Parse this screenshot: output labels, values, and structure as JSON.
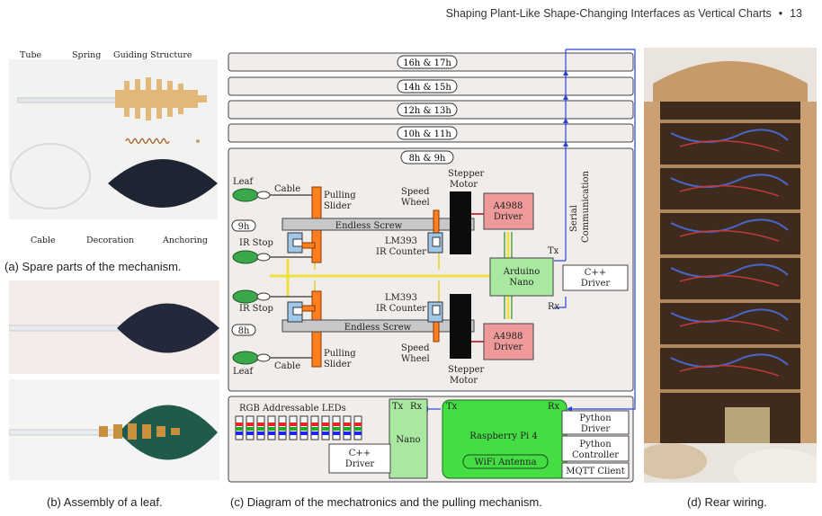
{
  "header": {
    "title": "Shaping Plant-Like Shape-Changing Interfaces as Vertical Charts",
    "page_number": "13"
  },
  "panel_a": {
    "caption": "(a) Spare parts of the mechanism.",
    "labels": {
      "tube": "Tube",
      "spring": "Spring",
      "guiding": "Guiding Structure",
      "cable": "Cable",
      "decoration": "Decoration",
      "anchoring": "Anchoring"
    }
  },
  "panel_b": {
    "caption": "(b) Assembly of a leaf."
  },
  "panel_c": {
    "caption": "(c) Diagram of the mechatronics and the pulling mechanism.",
    "floors": [
      "16h & 17h",
      "14h & 15h",
      "12h & 13h",
      "10h & 11h",
      "8h & 9h"
    ],
    "leaf": "Leaf",
    "cable": "Cable",
    "pulling_slider": [
      "Pulling",
      "Slider"
    ],
    "speed_wheel": [
      "Speed",
      "Wheel"
    ],
    "stepper_motor": [
      "Stepper",
      "Motor"
    ],
    "driver_a4988": [
      "A4988",
      "Driver"
    ],
    "serial": [
      "Serial",
      "Communication"
    ],
    "hour_9": "9h",
    "hour_8": "8h",
    "endless_screw": "Endless Screw",
    "ir_stop": "IR Stop",
    "lm393": [
      "LM393",
      "IR Counter"
    ],
    "tx": "Tx",
    "rx": "Rx",
    "arduino": [
      "Arduino",
      "Nano"
    ],
    "cpp_driver": [
      "C++",
      "Driver"
    ],
    "rgb_leds": "RGB Addressable LEDs",
    "nano": "Nano",
    "rpi": "Raspberry Pi 4",
    "wifi": "WiFi Antenna",
    "python_driver": [
      "Python",
      "Driver"
    ],
    "python_controller": [
      "Python",
      "Controller"
    ],
    "mqtt": "MQTT Client"
  },
  "panel_d": {
    "caption": "(d) Rear wiring."
  }
}
